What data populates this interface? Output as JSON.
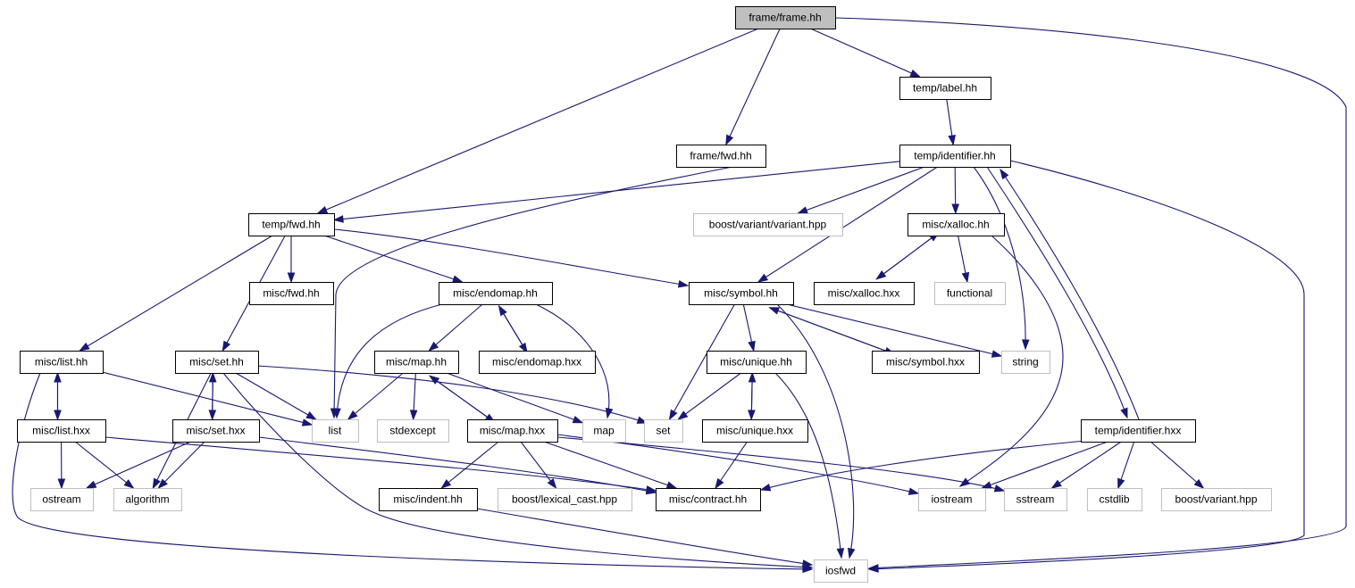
{
  "diagram": {
    "colors": {
      "edge": "#191970",
      "root_fill": "#bfbfbf",
      "local_border": "#000000",
      "external_border": "#bfbfbf"
    },
    "nodes": [
      {
        "id": "frame_frame_hh",
        "label": "frame/frame.hh",
        "kind": "root"
      },
      {
        "id": "temp_label_hh",
        "label": "temp/label.hh",
        "kind": "local"
      },
      {
        "id": "frame_fwd_hh",
        "label": "frame/fwd.hh",
        "kind": "local"
      },
      {
        "id": "temp_identifier_hh",
        "label": "temp/identifier.hh",
        "kind": "local"
      },
      {
        "id": "temp_fwd_hh",
        "label": "temp/fwd.hh",
        "kind": "local"
      },
      {
        "id": "boost_variant_variant_hpp",
        "label": "boost/variant/variant.hpp",
        "kind": "external"
      },
      {
        "id": "misc_xalloc_hh",
        "label": "misc/xalloc.hh",
        "kind": "local"
      },
      {
        "id": "misc_fwd_hh",
        "label": "misc/fwd.hh",
        "kind": "local"
      },
      {
        "id": "misc_endomap_hh",
        "label": "misc/endomap.hh",
        "kind": "local"
      },
      {
        "id": "misc_symbol_hh",
        "label": "misc/symbol.hh",
        "kind": "local"
      },
      {
        "id": "misc_xalloc_hxx",
        "label": "misc/xalloc.hxx",
        "kind": "local"
      },
      {
        "id": "functional",
        "label": "functional",
        "kind": "external"
      },
      {
        "id": "misc_list_hh",
        "label": "misc/list.hh",
        "kind": "local"
      },
      {
        "id": "misc_set_hh",
        "label": "misc/set.hh",
        "kind": "local"
      },
      {
        "id": "misc_map_hh",
        "label": "misc/map.hh",
        "kind": "local"
      },
      {
        "id": "misc_endomap_hxx",
        "label": "misc/endomap.hxx",
        "kind": "local"
      },
      {
        "id": "misc_unique_hh",
        "label": "misc/unique.hh",
        "kind": "local"
      },
      {
        "id": "misc_symbol_hxx",
        "label": "misc/symbol.hxx",
        "kind": "local"
      },
      {
        "id": "string",
        "label": "string",
        "kind": "external"
      },
      {
        "id": "misc_list_hxx",
        "label": "misc/list.hxx",
        "kind": "local"
      },
      {
        "id": "misc_set_hxx",
        "label": "misc/set.hxx",
        "kind": "local"
      },
      {
        "id": "list",
        "label": "list",
        "kind": "external"
      },
      {
        "id": "stdexcept",
        "label": "stdexcept",
        "kind": "external"
      },
      {
        "id": "misc_map_hxx",
        "label": "misc/map.hxx",
        "kind": "local"
      },
      {
        "id": "map",
        "label": "map",
        "kind": "external"
      },
      {
        "id": "set",
        "label": "set",
        "kind": "external"
      },
      {
        "id": "misc_unique_hxx",
        "label": "misc/unique.hxx",
        "kind": "local"
      },
      {
        "id": "temp_identifier_hxx",
        "label": "temp/identifier.hxx",
        "kind": "local"
      },
      {
        "id": "ostream",
        "label": "ostream",
        "kind": "external"
      },
      {
        "id": "algorithm",
        "label": "algorithm",
        "kind": "external"
      },
      {
        "id": "misc_indent_hh",
        "label": "misc/indent.hh",
        "kind": "local"
      },
      {
        "id": "boost_lexical_cast_hpp",
        "label": "boost/lexical_cast.hpp",
        "kind": "external"
      },
      {
        "id": "misc_contract_hh",
        "label": "misc/contract.hh",
        "kind": "local"
      },
      {
        "id": "iostream",
        "label": "iostream",
        "kind": "external"
      },
      {
        "id": "sstream",
        "label": "sstream",
        "kind": "external"
      },
      {
        "id": "cstdlib",
        "label": "cstdlib",
        "kind": "external"
      },
      {
        "id": "boost_variant_hpp",
        "label": "boost/variant.hpp",
        "kind": "external"
      },
      {
        "id": "iosfwd",
        "label": "iosfwd",
        "kind": "external"
      }
    ],
    "edges": [
      {
        "from": "frame_frame_hh",
        "to": "temp_fwd_hh"
      },
      {
        "from": "frame_frame_hh",
        "to": "frame_fwd_hh"
      },
      {
        "from": "frame_frame_hh",
        "to": "temp_label_hh"
      },
      {
        "from": "frame_frame_hh",
        "to": "iosfwd"
      },
      {
        "from": "temp_label_hh",
        "to": "temp_identifier_hh"
      },
      {
        "from": "frame_fwd_hh",
        "to": "list"
      },
      {
        "from": "temp_identifier_hh",
        "to": "temp_fwd_hh"
      },
      {
        "from": "temp_identifier_hh",
        "to": "boost_variant_variant_hpp"
      },
      {
        "from": "temp_identifier_hh",
        "to": "misc_xalloc_hh"
      },
      {
        "from": "temp_identifier_hh",
        "to": "misc_symbol_hh"
      },
      {
        "from": "temp_identifier_hh",
        "to": "string"
      },
      {
        "from": "temp_identifier_hh",
        "to": "temp_identifier_hxx"
      },
      {
        "from": "temp_identifier_hh",
        "to": "iosfwd"
      },
      {
        "from": "temp_fwd_hh",
        "to": "misc_fwd_hh"
      },
      {
        "from": "temp_fwd_hh",
        "to": "misc_endomap_hh"
      },
      {
        "from": "temp_fwd_hh",
        "to": "misc_symbol_hh"
      },
      {
        "from": "temp_fwd_hh",
        "to": "misc_list_hh"
      },
      {
        "from": "temp_fwd_hh",
        "to": "misc_set_hh"
      },
      {
        "from": "misc_xalloc_hh",
        "to": "misc_xalloc_hxx"
      },
      {
        "from": "misc_xalloc_hh",
        "to": "functional"
      },
      {
        "from": "misc_xalloc_hh",
        "to": "iostream"
      },
      {
        "from": "misc_xalloc_hxx",
        "to": "misc_xalloc_hh"
      },
      {
        "from": "misc_endomap_hh",
        "to": "list"
      },
      {
        "from": "misc_endomap_hh",
        "to": "misc_map_hh"
      },
      {
        "from": "misc_endomap_hh",
        "to": "misc_endomap_hxx"
      },
      {
        "from": "misc_endomap_hh",
        "to": "map"
      },
      {
        "from": "misc_endomap_hxx",
        "to": "misc_endomap_hh"
      },
      {
        "from": "misc_symbol_hh",
        "to": "misc_unique_hh"
      },
      {
        "from": "misc_symbol_hh",
        "to": "misc_symbol_hxx"
      },
      {
        "from": "misc_symbol_hh",
        "to": "string"
      },
      {
        "from": "misc_symbol_hh",
        "to": "set"
      },
      {
        "from": "misc_symbol_hh",
        "to": "iosfwd"
      },
      {
        "from": "misc_symbol_hxx",
        "to": "misc_symbol_hh"
      },
      {
        "from": "misc_list_hh",
        "to": "misc_list_hxx"
      },
      {
        "from": "misc_list_hh",
        "to": "list"
      },
      {
        "from": "misc_list_hh",
        "to": "iosfwd"
      },
      {
        "from": "misc_list_hxx",
        "to": "misc_list_hh"
      },
      {
        "from": "misc_list_hxx",
        "to": "ostream"
      },
      {
        "from": "misc_list_hxx",
        "to": "algorithm"
      },
      {
        "from": "misc_list_hxx",
        "to": "misc_contract_hh"
      },
      {
        "from": "misc_set_hh",
        "to": "misc_set_hxx"
      },
      {
        "from": "misc_set_hh",
        "to": "algorithm"
      },
      {
        "from": "misc_set_hh",
        "to": "list"
      },
      {
        "from": "misc_set_hh",
        "to": "set"
      },
      {
        "from": "misc_set_hh",
        "to": "iosfwd"
      },
      {
        "from": "misc_set_hxx",
        "to": "misc_set_hh"
      },
      {
        "from": "misc_set_hxx",
        "to": "ostream"
      },
      {
        "from": "misc_set_hxx",
        "to": "algorithm"
      },
      {
        "from": "misc_set_hxx",
        "to": "misc_contract_hh"
      },
      {
        "from": "misc_map_hh",
        "to": "list"
      },
      {
        "from": "misc_map_hh",
        "to": "stdexcept"
      },
      {
        "from": "misc_map_hh",
        "to": "misc_map_hxx"
      },
      {
        "from": "misc_map_hh",
        "to": "map"
      },
      {
        "from": "misc_map_hxx",
        "to": "misc_map_hh"
      },
      {
        "from": "misc_map_hxx",
        "to": "misc_indent_hh"
      },
      {
        "from": "misc_map_hxx",
        "to": "boost_lexical_cast_hpp"
      },
      {
        "from": "misc_map_hxx",
        "to": "misc_contract_hh"
      },
      {
        "from": "misc_map_hxx",
        "to": "iostream"
      },
      {
        "from": "misc_map_hxx",
        "to": "sstream"
      },
      {
        "from": "misc_unique_hh",
        "to": "set"
      },
      {
        "from": "misc_unique_hh",
        "to": "misc_unique_hxx"
      },
      {
        "from": "misc_unique_hh",
        "to": "iosfwd"
      },
      {
        "from": "misc_unique_hxx",
        "to": "misc_unique_hh"
      },
      {
        "from": "misc_unique_hxx",
        "to": "misc_contract_hh"
      },
      {
        "from": "misc_indent_hh",
        "to": "iosfwd"
      },
      {
        "from": "temp_identifier_hxx",
        "to": "temp_identifier_hh"
      },
      {
        "from": "temp_identifier_hxx",
        "to": "misc_contract_hh"
      },
      {
        "from": "temp_identifier_hxx",
        "to": "iostream"
      },
      {
        "from": "temp_identifier_hxx",
        "to": "sstream"
      },
      {
        "from": "temp_identifier_hxx",
        "to": "cstdlib"
      },
      {
        "from": "temp_identifier_hxx",
        "to": "boost_variant_hpp"
      }
    ]
  }
}
